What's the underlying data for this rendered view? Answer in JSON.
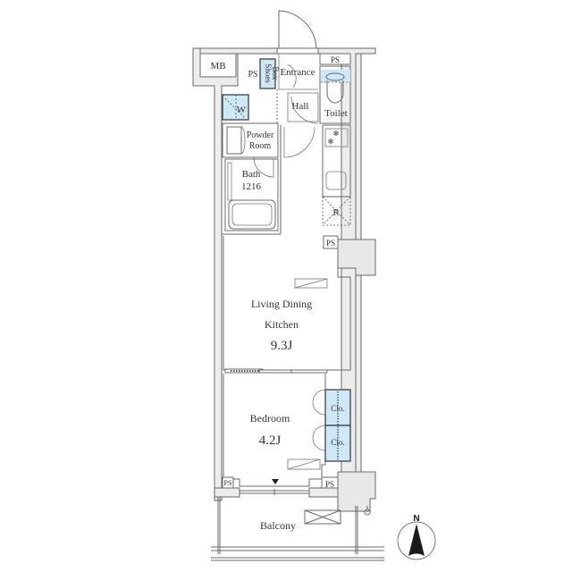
{
  "floor_plan": {
    "rooms": {
      "mb": {
        "label": "MB"
      },
      "ps_top_left": {
        "label": "PS"
      },
      "shoes_box": {
        "label_line1": "Shoes",
        "label_line2": "Box"
      },
      "entrance": {
        "label": "Entrance"
      },
      "ps_top_right": {
        "label": "PS"
      },
      "w": {
        "label": "W"
      },
      "hall": {
        "label": "Hall"
      },
      "toilet": {
        "label": "Toilet"
      },
      "powder_room": {
        "label_line1": "Powder",
        "label_line2": "Room"
      },
      "bath": {
        "label_line1": "Bath",
        "label_line2": "1216"
      },
      "fridge": {
        "label": "R"
      },
      "ps_mid": {
        "label": "PS"
      },
      "ldk": {
        "label_line1": "Living Dining",
        "label_line2": "Kitchen",
        "size": "9.3J"
      },
      "bedroom": {
        "label": "Bedroom",
        "size": "4.2J"
      },
      "closet_1": {
        "label": "Clo."
      },
      "closet_2": {
        "label": "Clo."
      },
      "ps_bottom_left": {
        "label": "PS"
      },
      "ps_bottom_right": {
        "label": "PS"
      },
      "balcony": {
        "label": "Balcony"
      }
    },
    "compass": {
      "label": "N"
    },
    "colors": {
      "storage_fill": "#cde8f6",
      "wall_fill": "#ececec",
      "line": "#6a6a6a",
      "text": "#333333"
    }
  }
}
